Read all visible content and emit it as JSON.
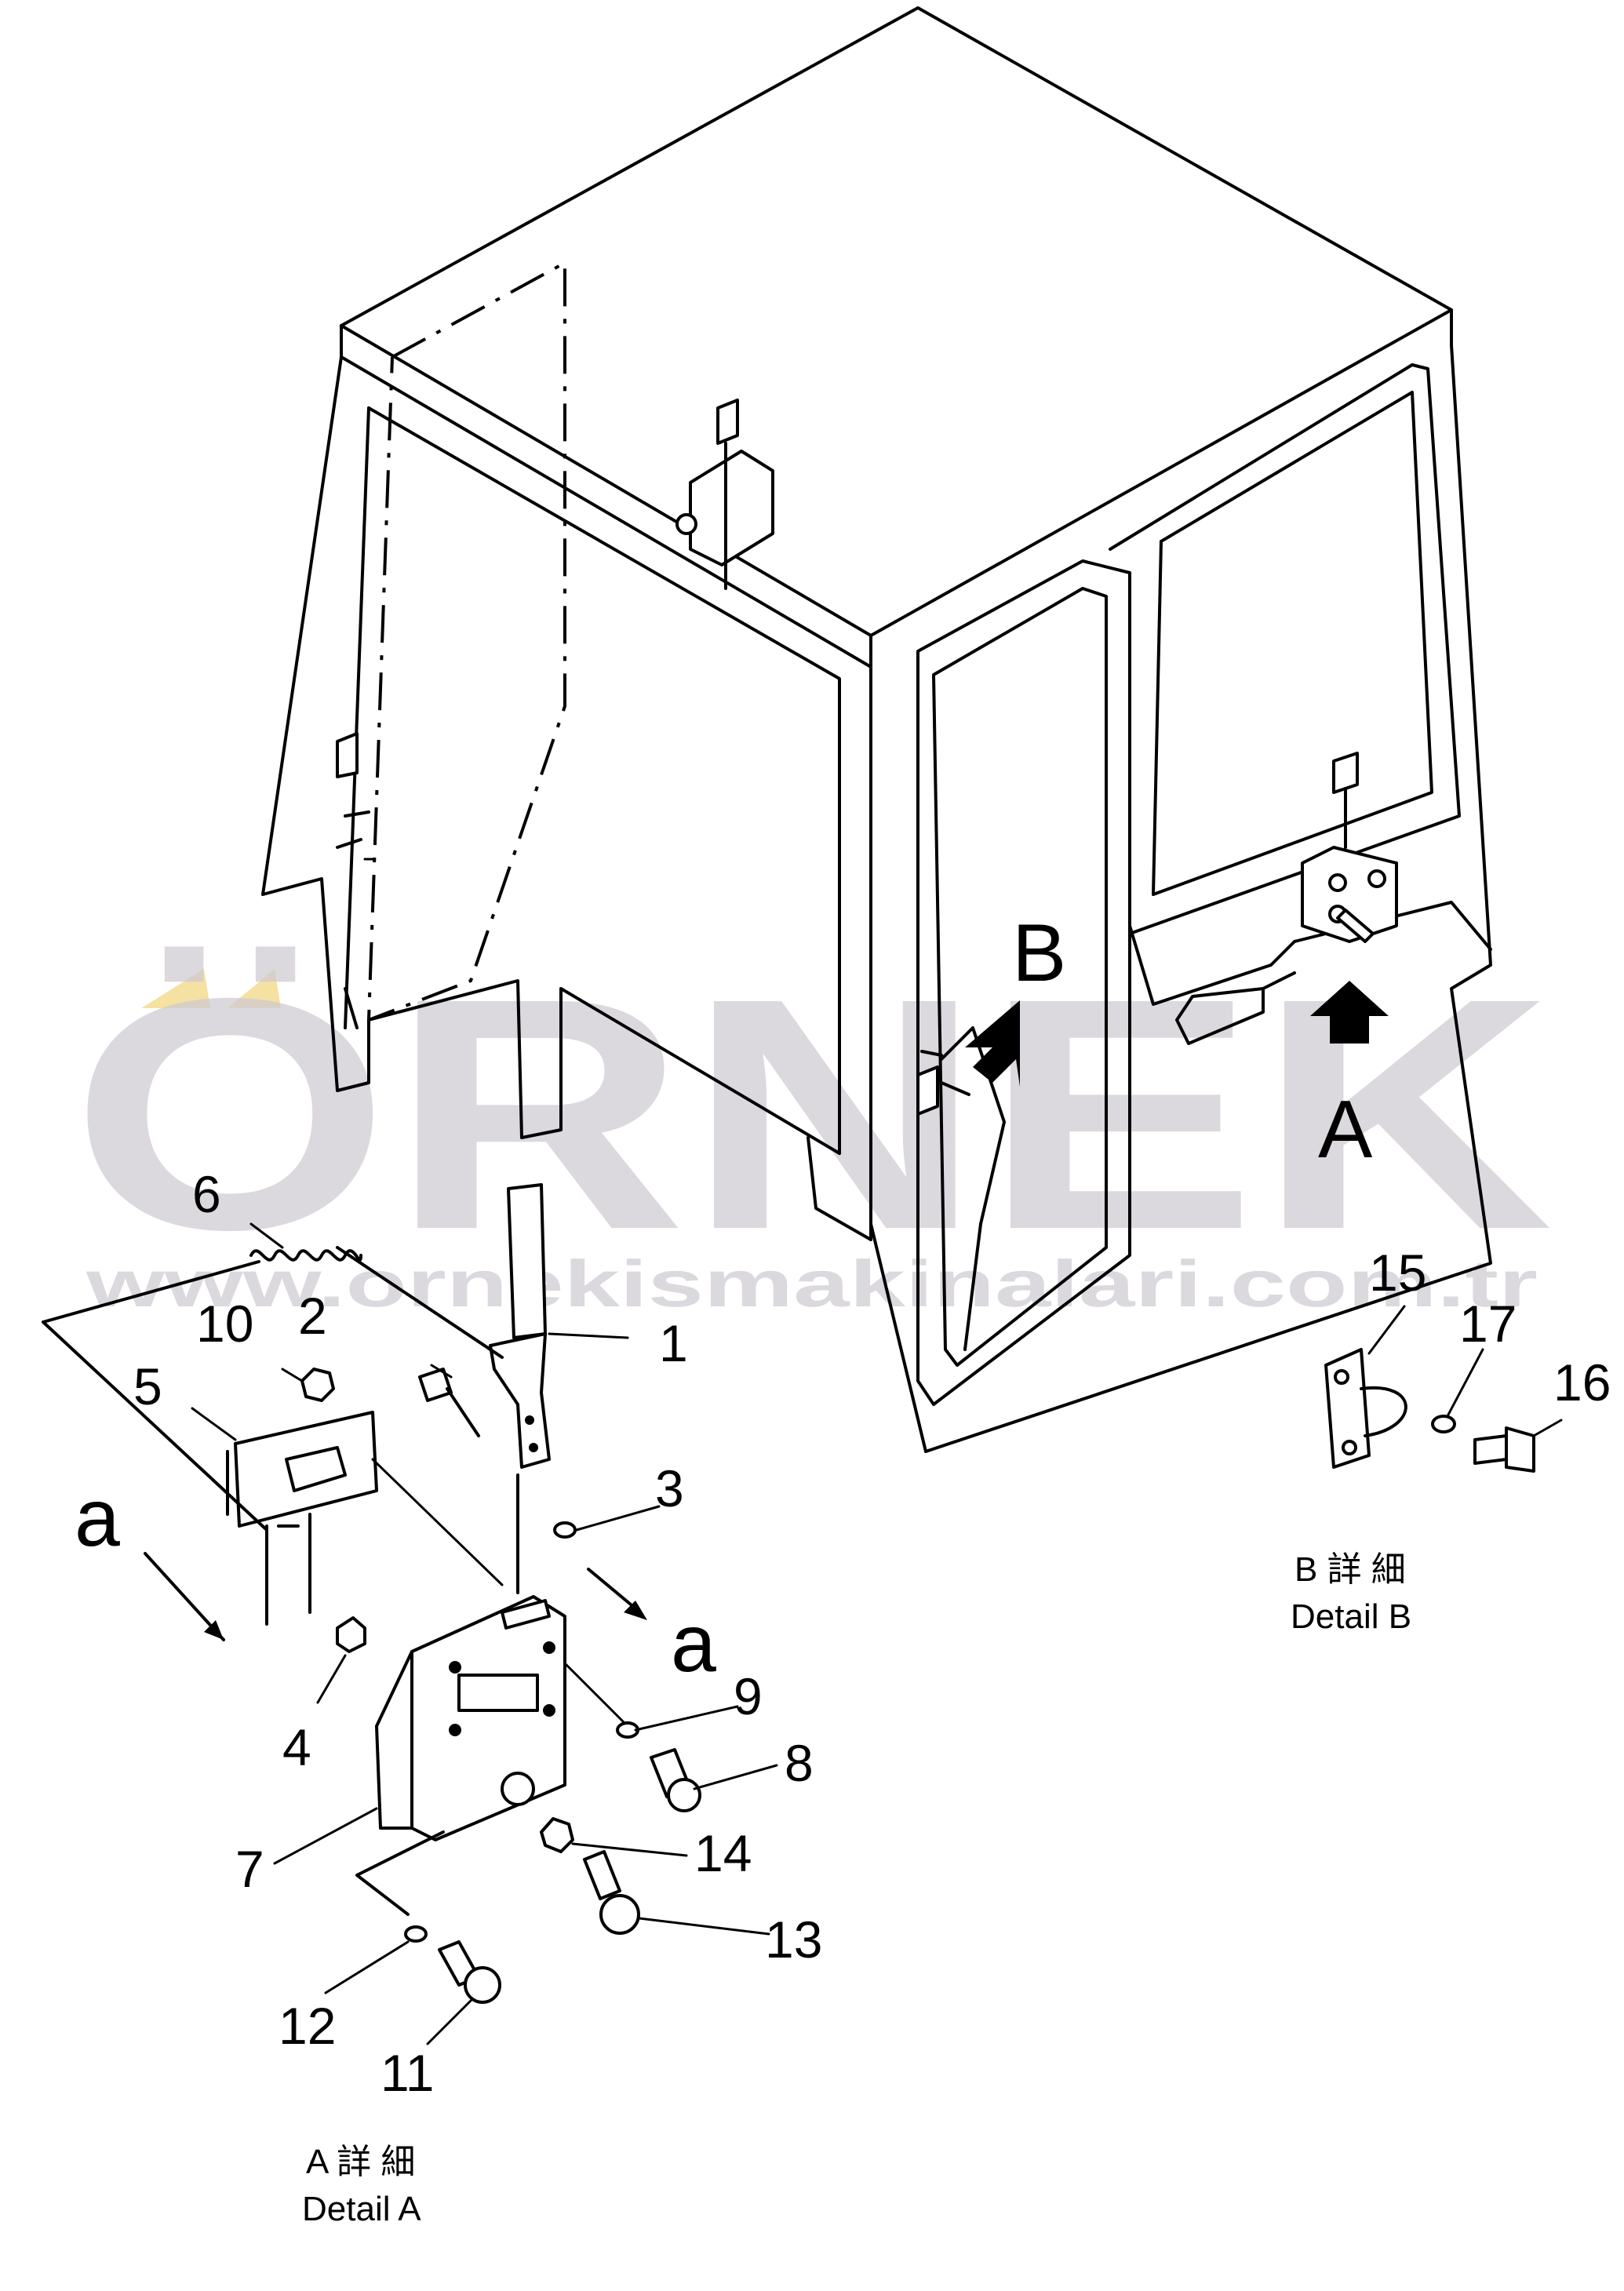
{
  "watermark": {
    "brand": "ÖRNEK",
    "url": "www.ornekismakinalari.com.tr"
  },
  "views": {
    "arrow_a": "A",
    "arrow_b": "B",
    "section_a": "a"
  },
  "captions": {
    "detail_a_jp": "A 詳 細",
    "detail_a_en": "Detail A",
    "detail_b_jp": "B 詳 細",
    "detail_b_en": "Detail B"
  },
  "part_numbers": [
    "1",
    "2",
    "3",
    "4",
    "5",
    "6",
    "7",
    "8",
    "9",
    "10",
    "11",
    "12",
    "13",
    "14",
    "15",
    "16",
    "17"
  ]
}
